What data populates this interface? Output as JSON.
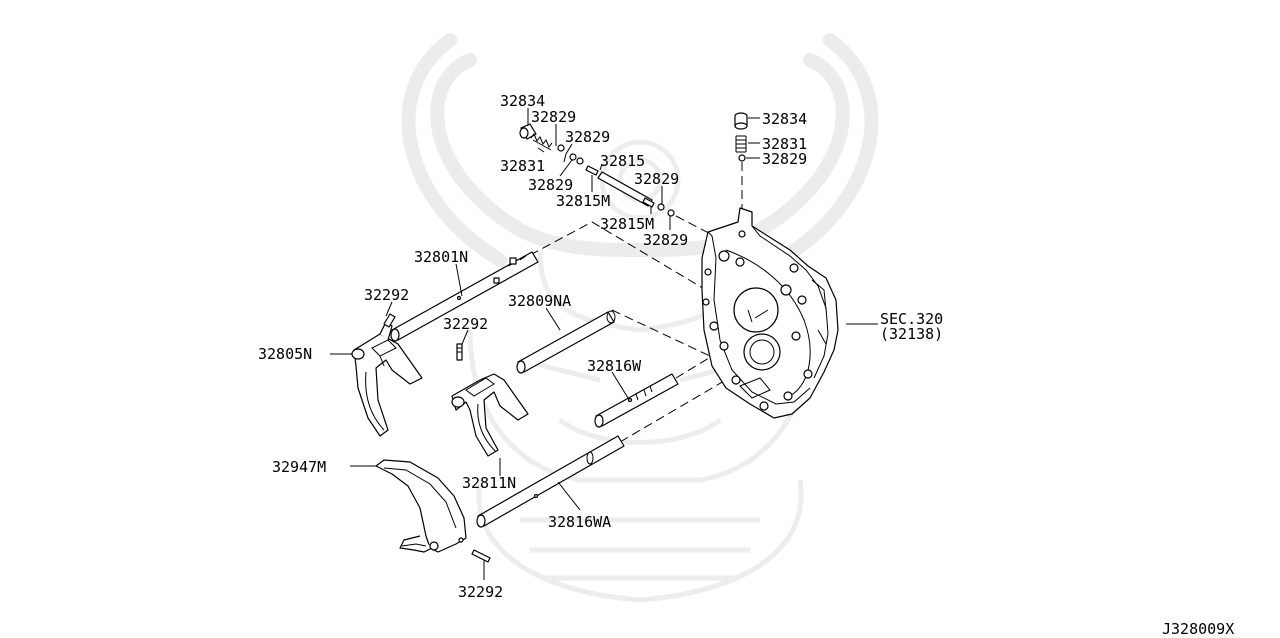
{
  "diagram_code": "J328009X",
  "labels": {
    "p32834_left": "32834",
    "p32829_a": "32829",
    "p32829_b": "32829",
    "p32831_left": "32831",
    "p32829_c": "32829",
    "p32815": "32815",
    "p32815m_a": "32815M",
    "p32829_d": "32829",
    "p32815m_b": "32815M",
    "p32829_e": "32829",
    "p32834_right": "32834",
    "p32831_right": "32831",
    "p32829_right": "32829",
    "p32801n": "32801N",
    "p32292_a": "32292",
    "p32809na": "32809NA",
    "p32292_b": "32292",
    "p32805n": "32805N",
    "p32816w": "32816W",
    "sec": "SEC.320",
    "sec_sub": "(32138)",
    "p32947m": "32947M",
    "p32811n": "32811N",
    "p32816wa": "32816WA",
    "p32292_c": "32292"
  }
}
